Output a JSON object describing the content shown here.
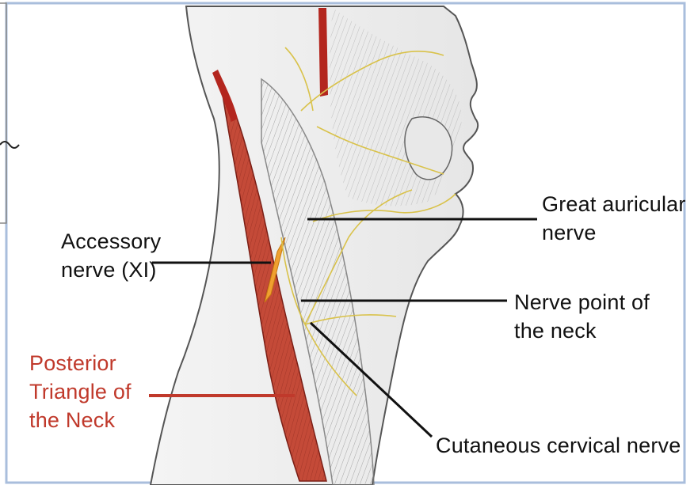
{
  "diagram": {
    "labels": {
      "great_auricular": [
        "Great auricular",
        "nerve"
      ],
      "accessory": [
        "Accessory",
        "nerve (XI)"
      ],
      "nerve_point": [
        "Nerve point of",
        "the neck"
      ],
      "posterior_triangle": [
        "Posterior",
        "Triangle of",
        "the Neck"
      ],
      "cutaneous_cervical": [
        "Cutaneous cervical nerve"
      ]
    },
    "colors": {
      "muscle_red": "#c44a38",
      "artery_red": "#b3261e",
      "nerve_yellow": "#d9c24a",
      "highlight_orange": "#f0a030",
      "frame_blue": "#a9bedc",
      "label_red": "#c0392b"
    }
  }
}
